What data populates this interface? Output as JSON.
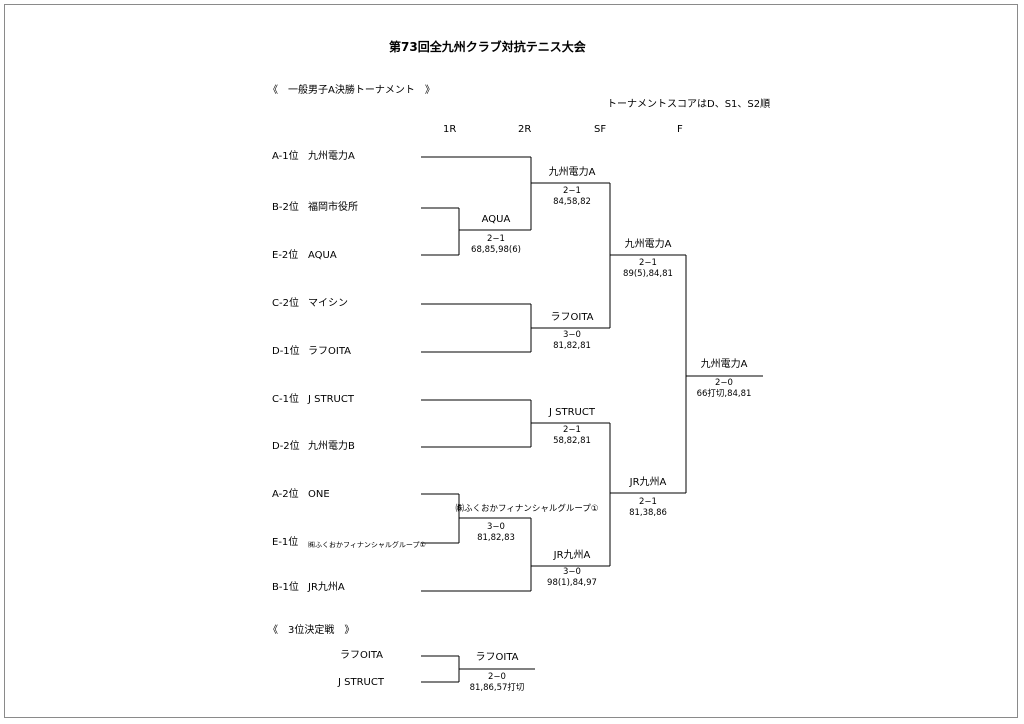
{
  "title": "第73回全九州クラブ対抗テニス大会",
  "section_main": "《　一般男子A決勝トーナメント　》",
  "score_note": "トーナメントスコアはD、S1、S2順",
  "rounds": [
    "1R",
    "2R",
    "SF",
    "F"
  ],
  "entries": [
    {
      "seed": "A-1位",
      "team": "九州電力A"
    },
    {
      "seed": "B-2位",
      "team": "福岡市役所"
    },
    {
      "seed": "E-2位",
      "team": "AQUA"
    },
    {
      "seed": "C-2位",
      "team": "マイシン"
    },
    {
      "seed": "D-1位",
      "team": "ラフOITA"
    },
    {
      "seed": "C-1位",
      "team": "J STRUCT"
    },
    {
      "seed": "D-2位",
      "team": "九州電力B"
    },
    {
      "seed": "A-2位",
      "team": "ONE"
    },
    {
      "seed": "E-1位",
      "team": "㈱ふくおかフィナンシャルグループ①"
    },
    {
      "seed": "B-1位",
      "team": "JR九州A"
    }
  ],
  "r1": [
    {
      "winner": "AQUA",
      "result": "2−1",
      "scores": "68,85,98(6)"
    },
    {
      "winner": "㈱ふくおかフィナンシャルグループ①",
      "result": "3−0",
      "scores": "81,82,83"
    }
  ],
  "r2": [
    {
      "winner": "九州電力A",
      "result": "2−1",
      "scores": "84,58,82"
    },
    {
      "winner": "ラフOITA",
      "result": "3−0",
      "scores": "81,82,81"
    },
    {
      "winner": "J STRUCT",
      "result": "2−1",
      "scores": "58,82,81"
    },
    {
      "winner": "JR九州A",
      "result": "3−0",
      "scores": "98(1),84,97"
    }
  ],
  "sf": [
    {
      "winner": "九州電力A",
      "result": "2−1",
      "scores": "89(5),84,81"
    },
    {
      "winner": "JR九州A",
      "result": "2−1",
      "scores": "81,38,86"
    }
  ],
  "final": {
    "winner": "九州電力A",
    "result": "2−0",
    "scores": "66打切,84,81"
  },
  "section_third": "《　3位決定戦　》",
  "third": {
    "teams": [
      "ラフOITA",
      "J STRUCT"
    ],
    "winner": "ラフOITA",
    "result": "2−0",
    "scores": "81,86,57打切"
  }
}
